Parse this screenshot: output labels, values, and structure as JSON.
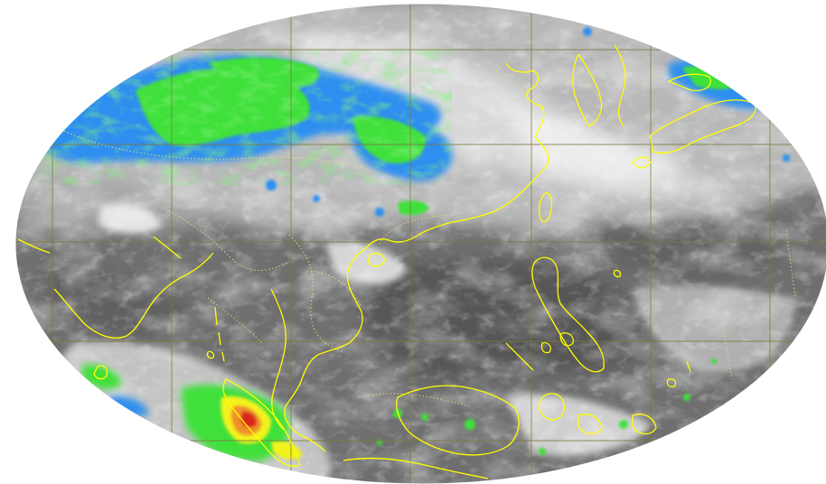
{
  "map": {
    "projection": "ellipse",
    "imagery": "infrared-enhanced",
    "colors": {
      "page_background": "#ffffff",
      "cloud_dark": "#5e5e5e",
      "cloud_mid": "#8a8a8a",
      "cloud_light": "#c8c8c8",
      "cloud_bright": "#f4f4f4",
      "enhance_blue": "#2f8ff0",
      "enhance_green": "#3fe03a",
      "enhance_yellow": "#f2f21e",
      "enhance_orange": "#f0902a",
      "enhance_red": "#d8281e",
      "coastline": "#ffff00",
      "border": "#e6e67a",
      "graticule": "#7b7b3f"
    },
    "layers": [
      "cloud-imagery",
      "enhanced-cloud-tops",
      "graticule",
      "coastlines",
      "country-borders"
    ]
  }
}
